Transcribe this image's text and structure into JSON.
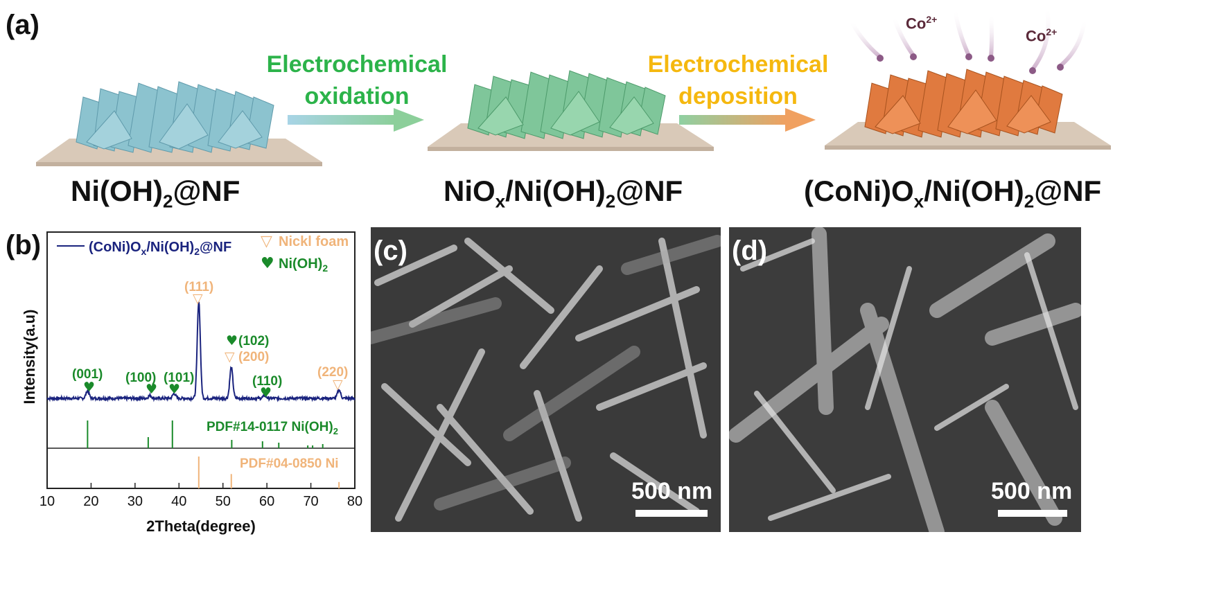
{
  "panel_a": {
    "label": "(a)",
    "steps": [
      {
        "name": "Ni(OH)",
        "sub": "2",
        "rest": "@NF"
      },
      {
        "name": "NiO",
        "sub": "x",
        "mid": "/Ni(OH)",
        "sub2": "2",
        "rest": "@NF"
      },
      {
        "name": "(CoNi)O",
        "sub": "x",
        "mid": "/Ni(OH)",
        "sub2": "2",
        "rest": "@NF"
      }
    ],
    "process1": {
      "line1": "Electrochemical",
      "line2": "oxidation"
    },
    "process2": {
      "line1": "Electrochemical",
      "line2": "deposition"
    },
    "ion": {
      "base": "Co",
      "sup": "2+"
    },
    "colors": {
      "blue_sheets": "#8cc3cf",
      "green_sheets": "#7fc69a",
      "orange_sheets": "#e07a3f",
      "substrate": "#d9c9b8",
      "process1": "#2cb34a",
      "process2": "#f5b80f"
    }
  },
  "panel_b": {
    "label": "(b)",
    "legend": {
      "series_name": "(CoNi)O",
      "series_sub": "x",
      "series_mid": "/Ni(OH)",
      "series_sub2": "2",
      "series_rest": "@NF",
      "nickel_foam": "Nickl foam",
      "nioh2_base": "Ni(OH)",
      "nioh2_sub": "2"
    },
    "ref1": {
      "base": "PDF#14-0117 Ni(OH)",
      "sub": "2"
    },
    "ref2": "PDF#04-0850 Ni",
    "peak_labels": {
      "p001": "(001)",
      "p100": "(100)",
      "p101": "(101)",
      "p111": "(111)",
      "p102": "(102)",
      "p200": "(200)",
      "p110": "(110)",
      "p220": "(220)"
    },
    "colors": {
      "series": "#1a237e",
      "foam": "#f0b47a",
      "nioh2": "#1a8a2a"
    }
  },
  "panel_c": {
    "label": "(c)",
    "scale": "500 nm"
  },
  "panel_d": {
    "label": "(d)",
    "scale": "500 nm"
  },
  "chart_data": {
    "type": "line",
    "xlabel": "2Theta(degree)",
    "ylabel": "Intensity(a.u)",
    "xlim": [
      10,
      80
    ],
    "xticks": [
      10,
      20,
      30,
      40,
      50,
      60,
      70,
      80
    ],
    "series": [
      {
        "name": "(CoNi)Ox/Ni(OH)2@NF",
        "peaks": [
          {
            "x": 19.2,
            "height": 0.08
          },
          {
            "x": 33.4,
            "height": 0.03
          },
          {
            "x": 38.9,
            "height": 0.05
          },
          {
            "x": 44.5,
            "height": 1.0
          },
          {
            "x": 51.9,
            "height": 0.32
          },
          {
            "x": 59.5,
            "height": 0.03
          },
          {
            "x": 76.4,
            "height": 0.09
          }
        ]
      }
    ],
    "reference_Ni(OH)2": [
      {
        "x": 19.2,
        "height": 1.0
      },
      {
        "x": 33.0,
        "height": 0.4
      },
      {
        "x": 38.5,
        "height": 1.0
      },
      {
        "x": 52.0,
        "height": 0.3
      },
      {
        "x": 59.0,
        "height": 0.25
      },
      {
        "x": 62.7,
        "height": 0.2
      },
      {
        "x": 69.3,
        "height": 0.1
      },
      {
        "x": 70.4,
        "height": 0.1
      },
      {
        "x": 72.7,
        "height": 0.15
      }
    ],
    "reference_Ni": [
      {
        "x": 44.5,
        "height": 1.0
      },
      {
        "x": 51.9,
        "height": 0.45
      },
      {
        "x": 76.4,
        "height": 0.2
      }
    ]
  }
}
